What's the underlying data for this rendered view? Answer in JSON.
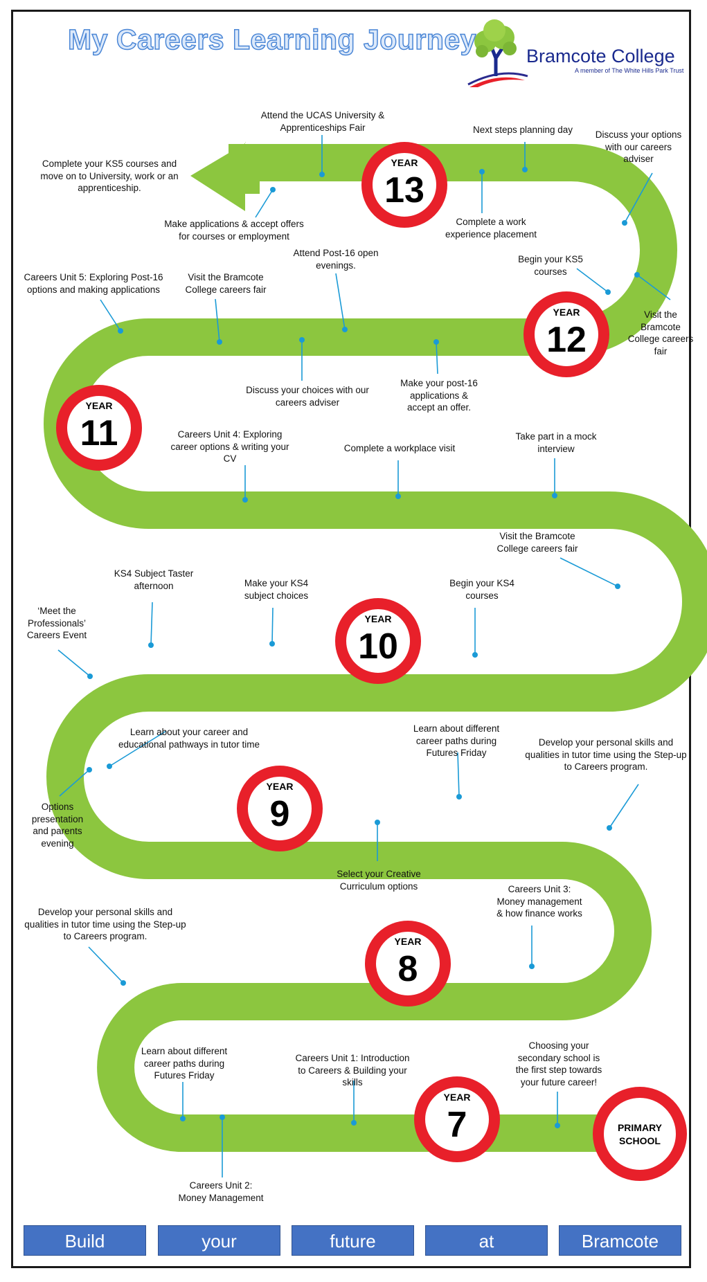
{
  "title": "My Careers Learning Journey",
  "logo": {
    "name": "Bramcote College",
    "tagline": "A member of The White Hills Park Trust"
  },
  "milestones": {
    "y13": {
      "label": "YEAR",
      "number": "13"
    },
    "y12": {
      "label": "YEAR",
      "number": "12"
    },
    "y11": {
      "label": "YEAR",
      "number": "11"
    },
    "y10": {
      "label": "YEAR",
      "number": "10"
    },
    "y9": {
      "label": "YEAR",
      "number": "9"
    },
    "y8": {
      "label": "YEAR",
      "number": "8"
    },
    "y7": {
      "label": "YEAR",
      "number": "7"
    },
    "primary": {
      "line1": "PRIMARY",
      "line2": "SCHOOL"
    }
  },
  "events": {
    "ks5_complete": "Complete your KS5 courses and\nmove on to University, work or an\napprenticeship.",
    "ucas_fair": "Attend the UCAS University &\nApprenticeships Fair",
    "next_steps": "Next steps planning day",
    "discuss_options": "Discuss your options\nwith our careers\nadviser",
    "applications": "Make applications & accept offers\nfor courses or employment",
    "work_experience": "Complete a work\nexperience placement",
    "unit5": "Careers Unit 5: Exploring Post-16\noptions and making applications",
    "careers_fair_y12": "Visit the Bramcote\nCollege careers fair",
    "post16_evenings": "Attend Post-16 open\nevenings.",
    "begin_ks5": "Begin your KS5\ncourses",
    "careers_fair_right": "Visit the\nBramcote\nCollege careers\nfair",
    "discuss_choices": "Discuss your choices with our\ncareers adviser",
    "post16_applications": "Make your post-16\napplications &\naccept an offer.",
    "unit4": "Careers Unit 4: Exploring\ncareer options & writing your\nCV",
    "workplace_visit": "Complete a workplace visit",
    "mock_interview": "Take part in a mock\ninterview",
    "careers_fair_y11": "Visit the Bramcote\nCollege careers fair",
    "ks4_taster": "KS4 Subject Taster\nafternoon",
    "ks4_choices": "Make your KS4\nsubject choices",
    "begin_ks4": "Begin your KS4\ncourses",
    "meet_professionals": "‘Meet the\nProfessionals’\nCareers Event",
    "pathways": "Learn about your career and\neducational pathways in tutor time",
    "career_paths_y9": "Learn about different\ncareer paths during\nFutures Friday",
    "skills_y9": "Develop your personal skills and\nqualities in tutor time using the Step-up\nto Careers program.",
    "options_evening": "Options\npresentation\nand parents\nevening",
    "creative_curriculum": "Select your Creative\nCurriculum options",
    "unit3": "Careers Unit 3:\nMoney management\n& how finance works",
    "skills_y7": "Develop your personal skills and\nqualities in tutor time using the Step-up\nto Careers program.",
    "career_paths_y7": "Learn about different\ncareer paths during\nFutures Friday",
    "unit1": "Careers Unit 1: Introduction\nto Careers & Building your\nskills",
    "choosing_school": "Choosing your\nsecondary school is\nthe first step towards\nyour future career!",
    "unit2": "Careers Unit 2:\nMoney Management"
  },
  "footer": [
    "Build",
    "your",
    "future",
    "at",
    "Bramcote"
  ],
  "colors": {
    "road": "#8cc63f",
    "ring": "#e8202a",
    "connector": "#1a9ad6",
    "button": "#4472c4",
    "title_fill": "#dce9fa",
    "title_outline": "#4a86d6",
    "brand": "#1a2a8e"
  }
}
